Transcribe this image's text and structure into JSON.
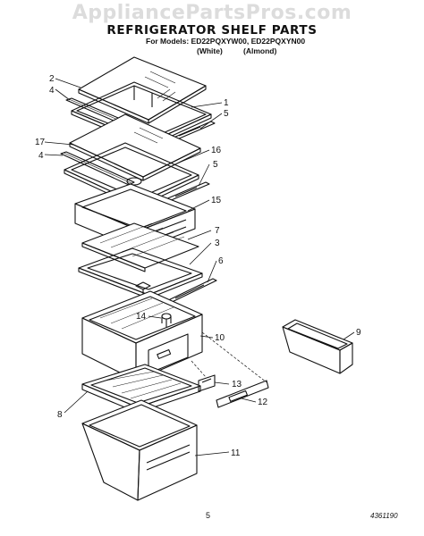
{
  "watermark": "AppliancePartsPros.com",
  "title": "REFRIGERATOR SHELF PARTS",
  "models_line": "For Models: ED22PQXYW00, ED22PQXYN00",
  "colors": {
    "white": "(White)",
    "almond": "(Almond)"
  },
  "callouts": [
    {
      "id": "2",
      "label": "2"
    },
    {
      "id": "4a",
      "label": "4"
    },
    {
      "id": "1",
      "label": "1"
    },
    {
      "id": "5a",
      "label": "5"
    },
    {
      "id": "17",
      "label": "17"
    },
    {
      "id": "4b",
      "label": "4"
    },
    {
      "id": "16",
      "label": "16"
    },
    {
      "id": "5b",
      "label": "5"
    },
    {
      "id": "15",
      "label": "15"
    },
    {
      "id": "7",
      "label": "7"
    },
    {
      "id": "3",
      "label": "3"
    },
    {
      "id": "6",
      "label": "6"
    },
    {
      "id": "14",
      "label": "14"
    },
    {
      "id": "10",
      "label": "10"
    },
    {
      "id": "9",
      "label": "9"
    },
    {
      "id": "13",
      "label": "13"
    },
    {
      "id": "12",
      "label": "12"
    },
    {
      "id": "8",
      "label": "8"
    },
    {
      "id": "11",
      "label": "11"
    }
  ],
  "page_number": "5",
  "doc_number": "4361190"
}
